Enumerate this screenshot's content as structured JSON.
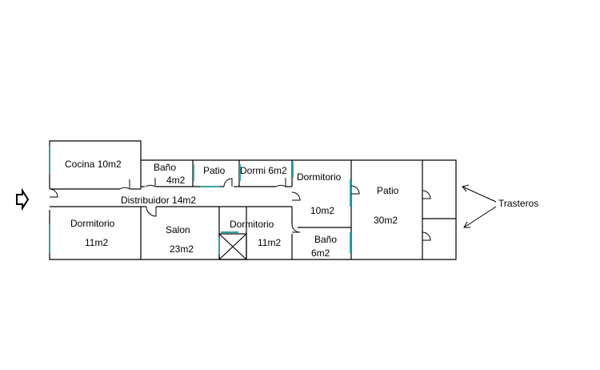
{
  "rooms": {
    "cocina": "Cocina 10m2",
    "bano1_name": "Baño",
    "bano1_area": "4m2",
    "patio1": "Patio",
    "dormi1": "Dormi 6m2",
    "dormitorio_right_name": "Dormitorio",
    "dormitorio_right_area": "10m2",
    "patio2_name": "Patio",
    "patio2_area": "30m2",
    "distribuidor": "Distribuidor 14m2",
    "dormitorio_left_name": "Dormitorio",
    "dormitorio_left_area": "11m2",
    "salon_name": "Salon",
    "salon_area": "23m2",
    "dormitorio_mid_name": "Dormitorio",
    "dormitorio_mid_area": "11m2",
    "bano2_name": "Baño",
    "bano2_area": "6m2"
  },
  "annotations": {
    "trasteros": "Trasteros"
  },
  "icons": {
    "entrance": "entrance-arrow-icon",
    "stairs": "stairs-icon"
  },
  "colors": {
    "walls": "#000000",
    "windows": "#2aa5a5",
    "background": "#ffffff"
  }
}
